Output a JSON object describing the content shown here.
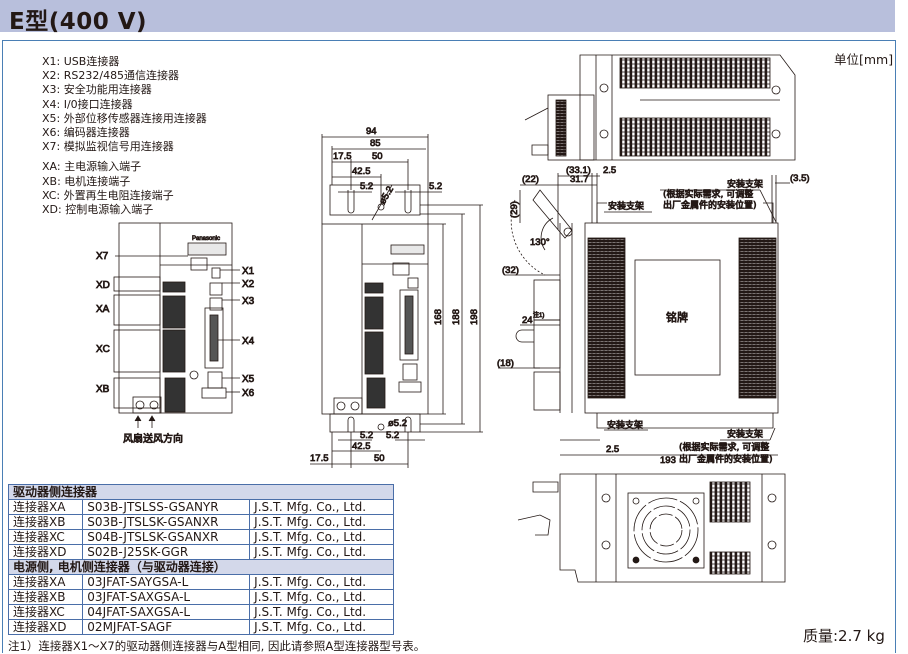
{
  "header": {
    "title": "E型(400 V)"
  },
  "unit_label": "单位[mm]",
  "legend": [
    "X1: USB连接器",
    "X2: RS232/485通信连接器",
    "X3: 安全功能用连接器",
    "X4: I/0接口连接器",
    "X5: 外部位移传感器连接用连接器",
    "X6: 编码器连接器",
    "X7: 模拟监视信号用连接器",
    "XA: 主电源输入端子",
    "XB: 电机连接端子",
    "XC: 外置再生电阻连接端子",
    "XD: 控制电源输入端子"
  ],
  "front_view": {
    "brand": "Panasonic",
    "left_labels": [
      "X7",
      "XD",
      "XA",
      "XC",
      "XB"
    ],
    "right_labels": [
      "X1",
      "X2",
      "X3",
      "X4",
      "X5",
      "X6"
    ],
    "fan_direction": "风扇送风方向"
  },
  "dimensions_front": {
    "top": [
      "94",
      "85",
      "17.5",
      "50",
      "42.5",
      "5.2",
      "ø5.2",
      "5.2"
    ],
    "heights": [
      "168",
      "188",
      "198"
    ],
    "bottom": [
      "ø5.2",
      "5.2",
      "5.2",
      "42.5",
      "17.5",
      "50"
    ]
  },
  "dimensions_side": {
    "top": [
      "(33.1)",
      "2.5",
      "31.7",
      "(22)",
      "(29)",
      "130°",
      "(32)",
      "(3.5)"
    ],
    "side": [
      "24",
      "注1)",
      "(18)"
    ],
    "bottom": [
      "2.5",
      "193"
    ],
    "bracket_label": "安装支架",
    "bracket_note_line1": "(根据实际需求, 可调整",
    "bracket_note_line2": "出厂金属件的安装位置)",
    "nameplate": "铭牌"
  },
  "table": {
    "sections": [
      {
        "title": "驱动器侧连接器",
        "rows": [
          [
            "连接器XA",
            "S03B-JTSLSS-GSANYR",
            "J.S.T. Mfg. Co., Ltd."
          ],
          [
            "连接器XB",
            "S03B-JTSLSK-GSANXR",
            "J.S.T. Mfg. Co., Ltd."
          ],
          [
            "连接器XC",
            "S04B-JTSLSK-GSANXR",
            "J.S.T. Mfg. Co., Ltd."
          ],
          [
            "连接器XD",
            "S02B-J25SK-GGR",
            "J.S.T. Mfg. Co., Ltd."
          ]
        ]
      },
      {
        "title": "电源侧, 电机侧连接器（与驱动器连接）",
        "rows": [
          [
            "连接器XA",
            "03JFAT-SAYGSA-L",
            "J.S.T. Mfg. Co., Ltd."
          ],
          [
            "连接器XB",
            "03JFAT-SAXGSA-L",
            "J.S.T. Mfg. Co., Ltd."
          ],
          [
            "连接器XC",
            "04JFAT-SAXGSA-L",
            "J.S.T. Mfg. Co., Ltd."
          ],
          [
            "连接器XD",
            "02MJFAT-SAGF",
            "J.S.T. Mfg. Co., Ltd."
          ]
        ]
      }
    ]
  },
  "note": "注1）连接器X1～X7的驱动器侧连接器与A型相同, 因此请参照A型连接器型号表。",
  "mass": "质量:2.7 kg",
  "colors": {
    "title_bg": "#b8bfdc",
    "frame": "#4a7fb5",
    "table_header": "#d3d8ea"
  }
}
